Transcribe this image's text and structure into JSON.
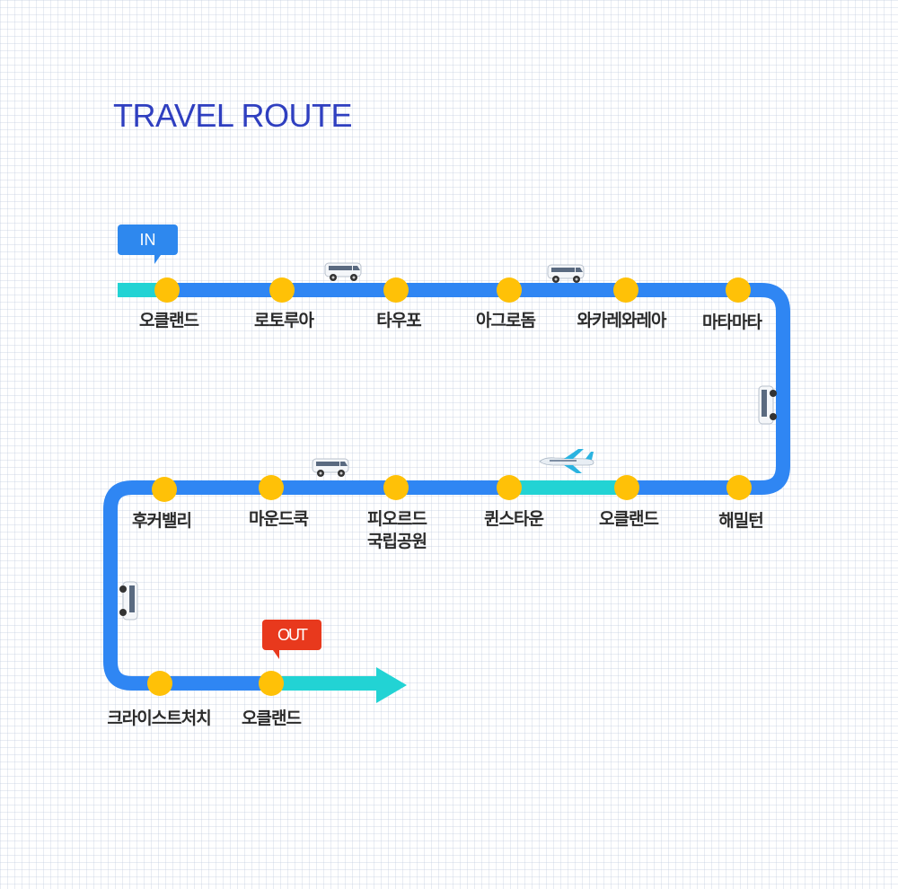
{
  "title": "TRAVEL ROUTE",
  "badges": {
    "in": "IN",
    "out": "OUT"
  },
  "colors": {
    "route": "#2f86f3",
    "highlight": "#22d3d4",
    "stop": "#ffc107",
    "in_badge": "#2e88ee",
    "out_badge": "#e8391d",
    "title": "#2f3fc0"
  },
  "stops": [
    "오클랜드",
    "로토루아",
    "타우포",
    "아그로돔",
    "와카레와레아",
    "마타마타",
    "해밀턴",
    "오클랜드",
    "퀸스타운",
    "피오르드 국립공원",
    "마운드쿡",
    "후커밸리",
    "크라이스트처치",
    "오클랜드"
  ],
  "vehicles": [
    "van-icon",
    "van-icon",
    "bus-icon",
    "airplane-icon",
    "van-icon",
    "bus-icon"
  ]
}
